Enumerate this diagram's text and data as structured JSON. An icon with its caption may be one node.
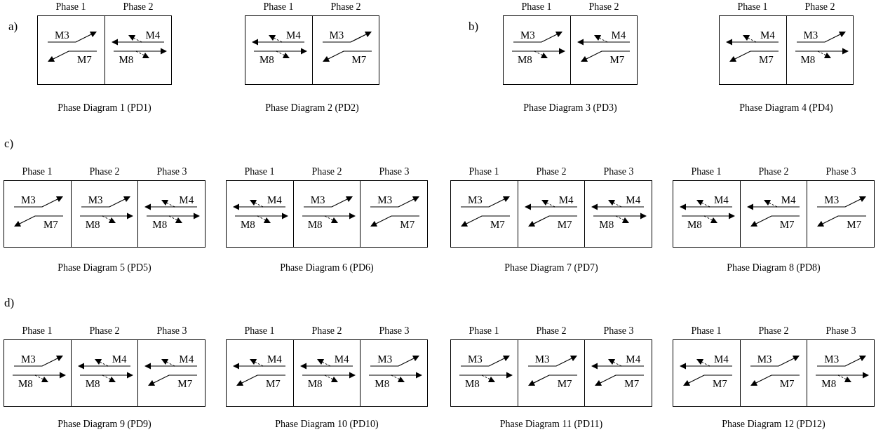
{
  "diagram": {
    "nodes": [
      {
        "text": [
          "Phase 1",
          "Phase 2"
        ],
        "beside": [
          "Phase Diagram 1 (PD1)"
        ]
      },
      {
        "text": [
          "M3",
          "M7"
        ],
        "in": 0
      },
      {
        "text": [
          "M4",
          "M8"
        ],
        "in": 0
      },
      {
        "text": [
          "Phase 1",
          "Phase 2"
        ],
        "beside": [
          "Phase Diagram 2 (PD2)"
        ]
      },
      {
        "text": [
          "M4",
          "M8"
        ],
        "in": 3
      },
      {
        "text": [
          "M3",
          "M7"
        ],
        "in": 3
      },
      {
        "text": [
          "Phase 1",
          "Phase 2"
        ],
        "beside": [
          "Phase Diagram 3 (PD3)"
        ]
      },
      {
        "text": [
          "M3",
          "M8"
        ],
        "in": 6
      },
      {
        "text": [
          "M4",
          "M7"
        ],
        "in": 6
      },
      {
        "text": [
          "Phase 1",
          "Phase 2"
        ],
        "beside": [
          "Phase Diagram 4 (PD4)"
        ]
      },
      {
        "text": [
          "M4",
          "M7"
        ],
        "in": 9
      },
      {
        "text": [
          "M3",
          "M8"
        ],
        "in": 9
      },
      {
        "text": [
          "Phase 1",
          "Phase 2",
          "Phase 3"
        ],
        "beside": [
          "Phase Diagram 5 (PD5)"
        ]
      },
      {
        "text": [
          "M3",
          "M7"
        ],
        "in": 12
      },
      {
        "text": [
          "M3",
          "M8"
        ],
        "in": 12
      },
      {
        "text": [
          "M4",
          "M8"
        ],
        "in": 12
      },
      {
        "text": [
          "Phase 1",
          "Phase 2",
          "Phase 3"
        ],
        "beside": [
          "Phase Diagram 6 (PD6)"
        ]
      },
      {
        "text": [
          "M4",
          "M8"
        ],
        "in": 16
      },
      {
        "text": [
          "M3",
          "M8"
        ],
        "in": 16
      },
      {
        "text": [
          "M3",
          "M7"
        ],
        "in": 16
      },
      {
        "text": [
          "Phase 1",
          "Phase 2",
          "Phase 3"
        ],
        "beside": [
          "Phase Diagram 7 (PD7)"
        ]
      },
      {
        "text": [
          "M3",
          "M7"
        ],
        "in": 20
      },
      {
        "text": [
          "M4",
          "M7"
        ],
        "in": 20
      },
      {
        "text": [
          "M4",
          "M8"
        ],
        "in": 20
      },
      {
        "text": [
          "Phase 1",
          "Phase 2",
          "Phase 3"
        ],
        "beside": [
          "Phase Diagram 8 (PD8)"
        ]
      },
      {
        "text": [
          "M4",
          "M8"
        ],
        "in": 24
      },
      {
        "text": [
          "M4",
          "M7"
        ],
        "in": 24
      },
      {
        "text": [
          "M3",
          "M7"
        ],
        "in": 24
      },
      {
        "text": [
          "Phase 1",
          "Phase 2",
          "Phase 3"
        ],
        "beside": [
          "Phase Diagram 9 (PD9)"
        ]
      },
      {
        "text": [
          "M3",
          "M8"
        ],
        "in": 28
      },
      {
        "text": [
          "M4",
          "M8"
        ],
        "in": 28
      },
      {
        "text": [
          "M4",
          "M7"
        ],
        "in": 28
      },
      {
        "text": [
          "Phase 1",
          "Phase 2",
          "Phase 3"
        ],
        "beside": [
          "Phase Diagram 10 (PD10)"
        ]
      },
      {
        "text": [
          "M4",
          "M7"
        ],
        "in": 32
      },
      {
        "text": [
          "M4",
          "M8"
        ],
        "in": 32
      },
      {
        "text": [
          "M3",
          "M8"
        ],
        "in": 32
      },
      {
        "text": [
          "Phase 1",
          "Phase 2",
          "Phase 3"
        ],
        "beside": [
          "Phase Diagram 11 (PD11)"
        ]
      },
      {
        "text": [
          "M3",
          "M8"
        ],
        "in": 36
      },
      {
        "text": [
          "M3",
          "M7"
        ],
        "in": 36
      },
      {
        "text": [
          "M4",
          "M7"
        ],
        "in": 36
      },
      {
        "text": [
          "Phase 1",
          "Phase 2",
          "Phase 3"
        ],
        "beside": [
          "Phase Diagram 12 (PD12)"
        ]
      },
      {
        "text": [
          "M4",
          "M7"
        ],
        "in": 40
      },
      {
        "text": [
          "M3",
          "M7"
        ],
        "in": 40
      },
      {
        "text": [
          "M3",
          "M8"
        ],
        "in": 40
      }
    ],
    "labels": [
      "a)",
      "b)",
      "c)",
      "d)"
    ]
  }
}
